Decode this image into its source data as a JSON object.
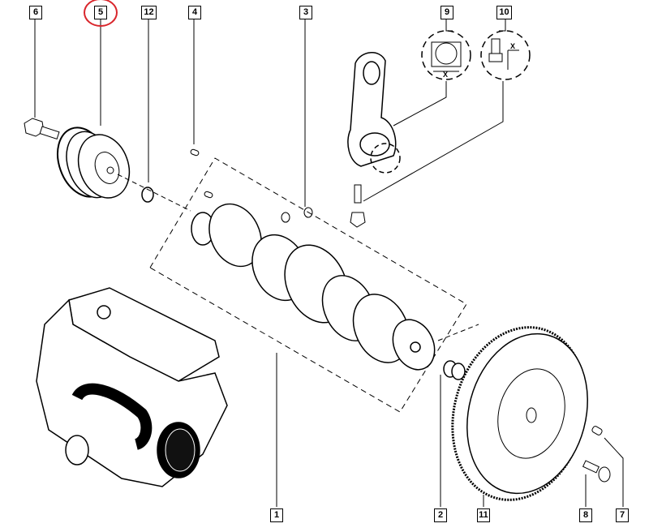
{
  "diagram": {
    "title": "Crankshaft / flywheel exploded parts view",
    "highlight_color": "#d9262c",
    "highlighted_callout": "5",
    "callouts": [
      {
        "id": "c6",
        "label": "6",
        "part": "pulley-bolt"
      },
      {
        "id": "c5",
        "label": "5",
        "part": "crankshaft-pulley"
      },
      {
        "id": "c12",
        "label": "12",
        "part": "oil-seal"
      },
      {
        "id": "c4",
        "label": "4",
        "part": "woodruff-key"
      },
      {
        "id": "c3",
        "label": "3",
        "part": "thrust-washer"
      },
      {
        "id": "c9",
        "label": "9",
        "part": "connecting-rod-bearing-detail"
      },
      {
        "id": "c10",
        "label": "10",
        "part": "connecting-rod-bolt-detail"
      },
      {
        "id": "c1",
        "label": "1",
        "part": "crankshaft"
      },
      {
        "id": "c2",
        "label": "2",
        "part": "pilot-bearing"
      },
      {
        "id": "c11",
        "label": "11",
        "part": "flywheel"
      },
      {
        "id": "c8",
        "label": "8",
        "part": "flywheel-bolt"
      },
      {
        "id": "c7",
        "label": "7",
        "part": "dowel-pin"
      }
    ],
    "detail_marks": {
      "dimension_label_9": "X",
      "dimension_label_10": "X"
    }
  }
}
